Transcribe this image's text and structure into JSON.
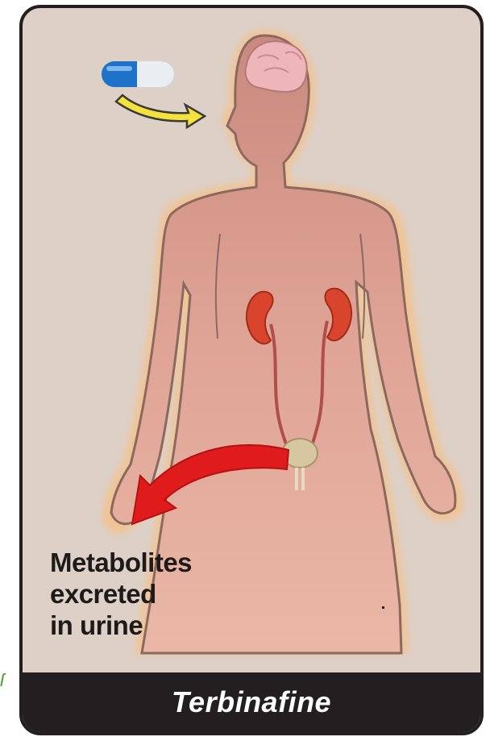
{
  "diagram": {
    "drug_name": "Terbinafine",
    "caption_lines": [
      "Metabolites",
      "excreted",
      "in urine"
    ]
  },
  "colors": {
    "background": "#ddd0c6",
    "body_fill": "#d9978a",
    "body_glow": "#f3c28f",
    "outline": "#8a6a60",
    "brain": "#efb6ba",
    "kidney": "#d9442c",
    "bladder": "#d6c7a0",
    "arrow_red": "#e01b1b",
    "arrow_yellow": "#f4e23a",
    "capsule_blue": "#1e73c8",
    "title_bar": "#231f20",
    "text_dark": "#1f1a1a"
  },
  "icons": {
    "capsule": "capsule-icon",
    "ingestion_arrow": "arrow-right-icon",
    "excretion_arrow": "arrow-curved-icon"
  }
}
